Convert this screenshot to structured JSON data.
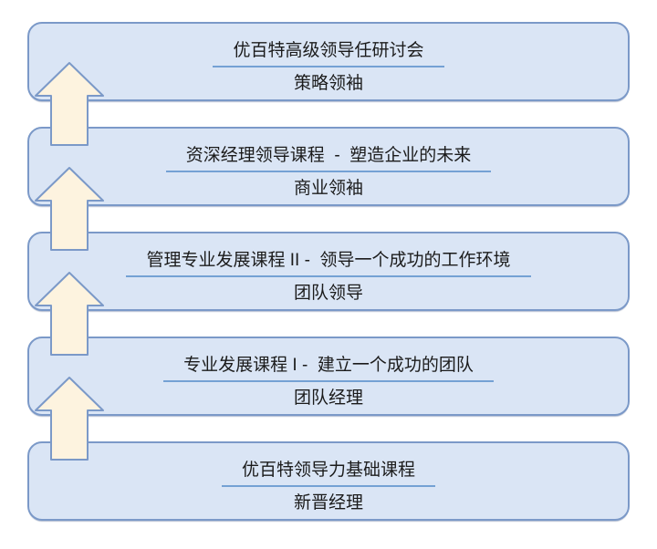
{
  "diagram": {
    "description": "Leadership development course ladder, five levels stacked bottom-to-top with upward block arrows between levels",
    "levels": [
      {
        "course": "优百特高级领导任研讨会",
        "role": "策略领袖"
      },
      {
        "course": "资深经理领导课程  -  塑造企业的未来",
        "role": "商业领袖"
      },
      {
        "course": "管理专业发展课程 II -  领导一个成功的工作环境",
        "role": "团队领导"
      },
      {
        "course": "专业发展课程 I -  建立一个成功的团队",
        "role": "团队经理"
      },
      {
        "course": "优百特领导力基础课程",
        "role": "新晋经理"
      }
    ],
    "arrow_icon": "up-block-arrow",
    "colors": {
      "background": "#ffffff",
      "box_fill": "#dae5f5",
      "box_border": "#7b99c8",
      "underline": "#74a1d4",
      "arrow_fill": "#fdf3df",
      "arrow_border": "#7b99c8"
    }
  }
}
